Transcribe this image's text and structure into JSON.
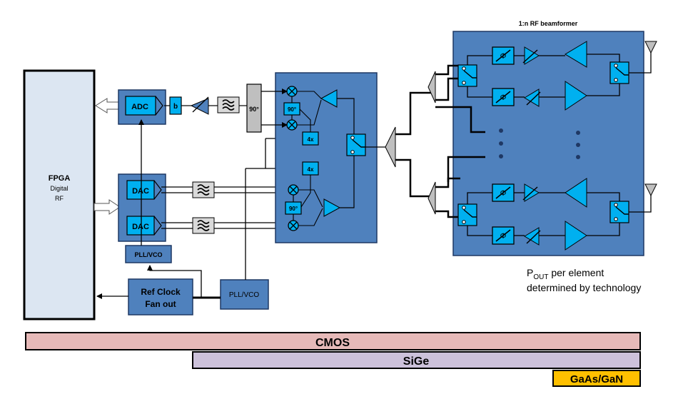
{
  "fpga": {
    "line1": "FPGA",
    "line2": "Digital",
    "line3": "RF"
  },
  "blocks": {
    "adc": "ADC",
    "bit": "b",
    "phase90": "90°",
    "dac_top": "DAC",
    "dac_bottom": "DAC",
    "pll_left": "PLL/VCO",
    "pll_right": "PLL/VCO",
    "refclk_line1": "Ref Clock",
    "refclk_line2": "Fan out",
    "mult_top": "4x",
    "mult_bottom": "4x",
    "hybrid_top": "90°",
    "hybrid_bottom": "90°"
  },
  "beamformer": {
    "title": "1:n RF beamformer",
    "phase_symbol": "Φ"
  },
  "pout": {
    "p": "P",
    "sub": "OUT",
    "rest": " per element",
    "line2": "determined by technology"
  },
  "tech_bars": {
    "cmos": "CMOS",
    "sige": "SiGe",
    "gaas": "GaAs/GaN"
  },
  "colors": {
    "panel": "#4f81bd",
    "block": "#00b0f0",
    "cmos": "#e6b9b8",
    "sige": "#ccc1da",
    "gaas": "#ffc000",
    "fpga": "#dce6f2",
    "gray": "#bfbfbf"
  },
  "icons": [
    "filter-icon",
    "mixer-icon",
    "amplifier-icon",
    "switch-icon",
    "antenna-icon",
    "splitter-icon",
    "phase-shifter-icon",
    "attenuator-icon"
  ]
}
